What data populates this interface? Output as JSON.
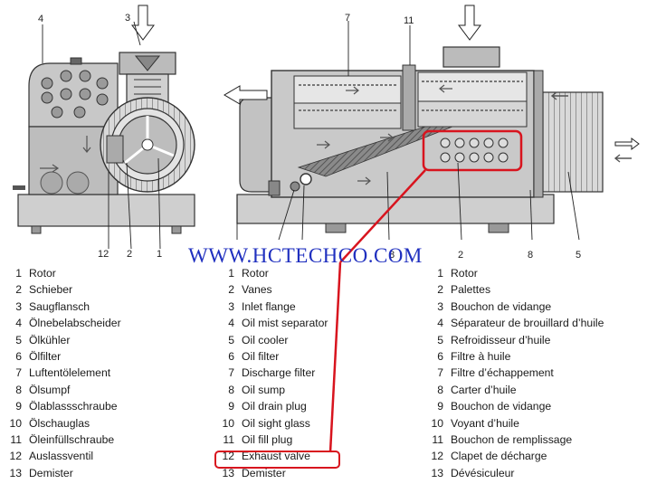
{
  "accent_color": "#d8141e",
  "watermark": "WWW.HCTECHCO.COM",
  "diagram": {
    "callouts_left": [
      "3",
      "4",
      "12",
      "2",
      "1"
    ],
    "callouts_right": [
      "7",
      "11",
      "8",
      "2",
      "8",
      "5"
    ],
    "highlighted_part": "12"
  },
  "legend": {
    "de": [
      {
        "n": "1",
        "t": "Rotor"
      },
      {
        "n": "2",
        "t": "Schieber"
      },
      {
        "n": "3",
        "t": "Saugflansch"
      },
      {
        "n": "4",
        "t": "Ölnebelabscheider"
      },
      {
        "n": "5",
        "t": "Ölkühler"
      },
      {
        "n": "6",
        "t": "Ölfilter"
      },
      {
        "n": "7",
        "t": "Luftentölelement"
      },
      {
        "n": "8",
        "t": "Ölsumpf"
      },
      {
        "n": "9",
        "t": "Ölablassschraube"
      },
      {
        "n": "10",
        "t": "Ölschauglas"
      },
      {
        "n": "11",
        "t": "Öleinfüllschraube"
      },
      {
        "n": "12",
        "t": "Auslassventil"
      },
      {
        "n": "13",
        "t": "Demister"
      }
    ],
    "en": [
      {
        "n": "1",
        "t": "Rotor"
      },
      {
        "n": "2",
        "t": "Vanes"
      },
      {
        "n": "3",
        "t": "Inlet flange"
      },
      {
        "n": "4",
        "t": "Oil mist separator"
      },
      {
        "n": "5",
        "t": "Oil cooler"
      },
      {
        "n": "6",
        "t": "Oil filter"
      },
      {
        "n": "7",
        "t": "Discharge filter"
      },
      {
        "n": "8",
        "t": "Oil sump"
      },
      {
        "n": "9",
        "t": "Oil drain plug"
      },
      {
        "n": "10",
        "t": "Oil sight glass"
      },
      {
        "n": "11",
        "t": "Oil fill plug"
      },
      {
        "n": "12",
        "t": "Exhaust valve"
      },
      {
        "n": "13",
        "t": "Demister"
      }
    ],
    "fr": [
      {
        "n": "1",
        "t": "Rotor"
      },
      {
        "n": "2",
        "t": "Palettes"
      },
      {
        "n": "3",
        "t": "Bouchon de vidange"
      },
      {
        "n": "4",
        "t": "Séparateur de brouillard d’huile"
      },
      {
        "n": "5",
        "t": "Refroidisseur d’huile"
      },
      {
        "n": "6",
        "t": "Filtre à huile"
      },
      {
        "n": "7",
        "t": "Filtre d’échappement"
      },
      {
        "n": "8",
        "t": "Carter d’huile"
      },
      {
        "n": "9",
        "t": "Bouchon de vidange"
      },
      {
        "n": "10",
        "t": "Voyant d’huile"
      },
      {
        "n": "11",
        "t": "Bouchon de remplissage"
      },
      {
        "n": "12",
        "t": "Clapet de décharge"
      },
      {
        "n": "13",
        "t": "Dévésiculeur"
      }
    ]
  }
}
